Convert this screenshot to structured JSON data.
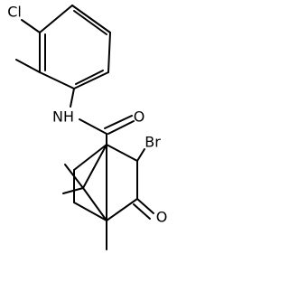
{
  "atom_labels": {
    "chlorine": "Cl",
    "amide_nitrogen_hydrogen": "NH",
    "amide_oxygen": "O",
    "bromine": "Br",
    "ketone_oxygen": "O"
  },
  "bond_color": "#000000",
  "label_color": "#000000"
}
